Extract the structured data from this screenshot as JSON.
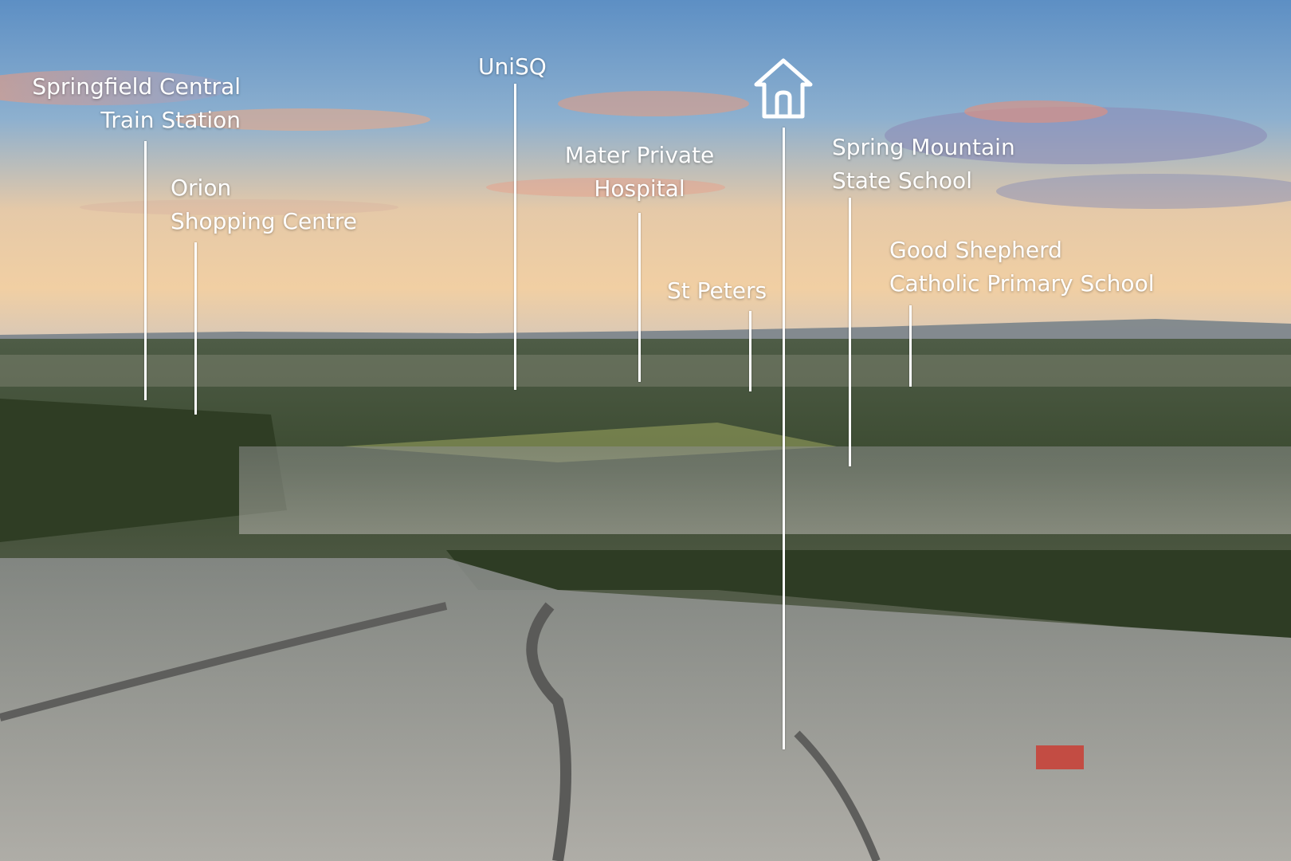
{
  "labels": {
    "springfield": {
      "line1": "Springfield Central",
      "line2": "Train Station"
    },
    "orion": {
      "line1": "Orion",
      "line2": "Shopping Centre"
    },
    "unisq": {
      "line1": "UniSQ"
    },
    "mater": {
      "line1": "Mater Private",
      "line2": "Hospital"
    },
    "stpeters": {
      "line1": "St Peters"
    },
    "springmountain": {
      "line1": "Spring Mountain",
      "line2": "State School"
    },
    "goodshepherd": {
      "line1": "Good Shepherd",
      "line2": "Catholic Primary School"
    }
  },
  "icons": {
    "home": "home-icon"
  },
  "colors": {
    "label": "#ffffff"
  }
}
